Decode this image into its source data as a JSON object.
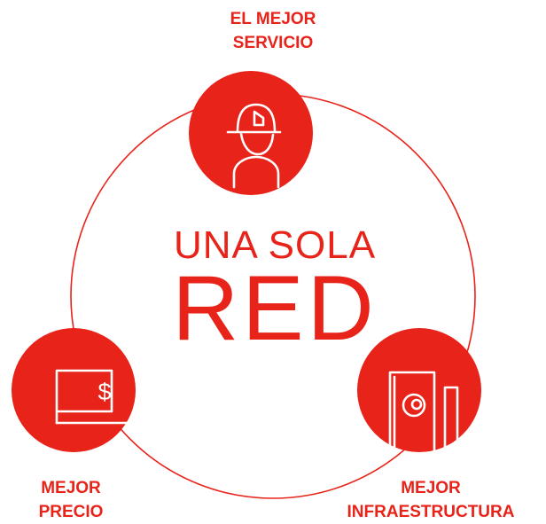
{
  "center": {
    "line1": "UNA SOLA",
    "line2": "RED"
  },
  "nodes": {
    "top": {
      "line1": "EL MEJOR",
      "line2": "SERVICIO",
      "icon": "technician-icon"
    },
    "left": {
      "line1": "MEJOR",
      "line2": "PRECIO",
      "icon": "price-monitor-icon"
    },
    "right": {
      "line1": "MEJOR",
      "line2": "INFRAESTRUCTURA",
      "icon": "infrastructure-icon"
    }
  },
  "colors": {
    "accent": "#e8231a",
    "icon_stroke": "#ffffff",
    "background": "#ffffff"
  }
}
